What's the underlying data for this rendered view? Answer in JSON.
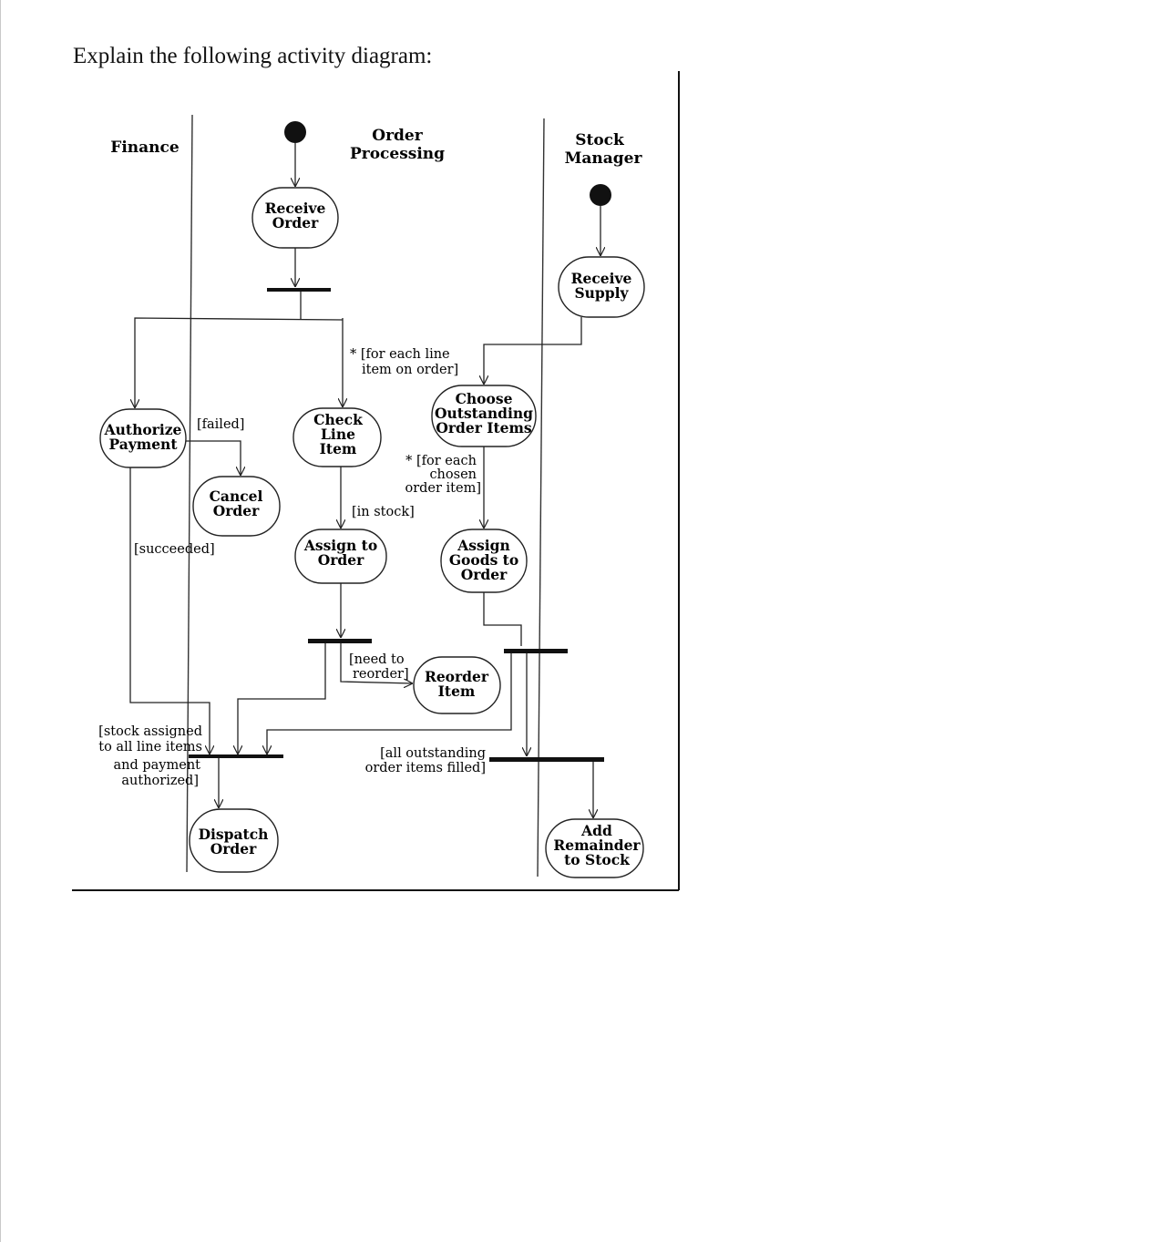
{
  "prompt": "Explain the following activity diagram:",
  "diagram": {
    "swimlanes": {
      "finance": "Finance",
      "order_processing": [
        "Order",
        "Processing"
      ],
      "stock_manager": [
        "Stock",
        "Manager"
      ]
    },
    "activities": {
      "receive_order": [
        "Receive",
        "Order"
      ],
      "receive_supply": [
        "Receive",
        "Supply"
      ],
      "authorize_payment": [
        "Authorize",
        "Payment"
      ],
      "check_line_item": [
        "Check",
        "Line",
        "Item"
      ],
      "choose_outstanding": [
        "Choose",
        "Outstanding",
        "Order Items"
      ],
      "cancel_order": [
        "Cancel",
        "Order"
      ],
      "assign_to_order": [
        "Assign to",
        "Order"
      ],
      "assign_goods": [
        "Assign",
        "Goods to",
        "Order"
      ],
      "reorder_item": [
        "Reorder",
        "Item"
      ],
      "dispatch_order": [
        "Dispatch",
        "Order"
      ],
      "add_remainder": [
        "Add",
        "Remainder",
        "to Stock"
      ]
    },
    "guards": {
      "for_each_line": [
        "* [for each line",
        "item on order]"
      ],
      "failed": "[failed]",
      "for_each_chosen": [
        "* [for each",
        "chosen",
        "order item]"
      ],
      "in_stock": "[in stock]",
      "succeeded": "[succeeded]",
      "need_to_reorder": [
        "[need to",
        "reorder]"
      ],
      "stock_assigned": [
        "[stock assigned",
        "to all line items",
        "and payment",
        "authorized]"
      ],
      "all_outstanding": [
        "[all outstanding",
        "order items filled]"
      ]
    }
  }
}
